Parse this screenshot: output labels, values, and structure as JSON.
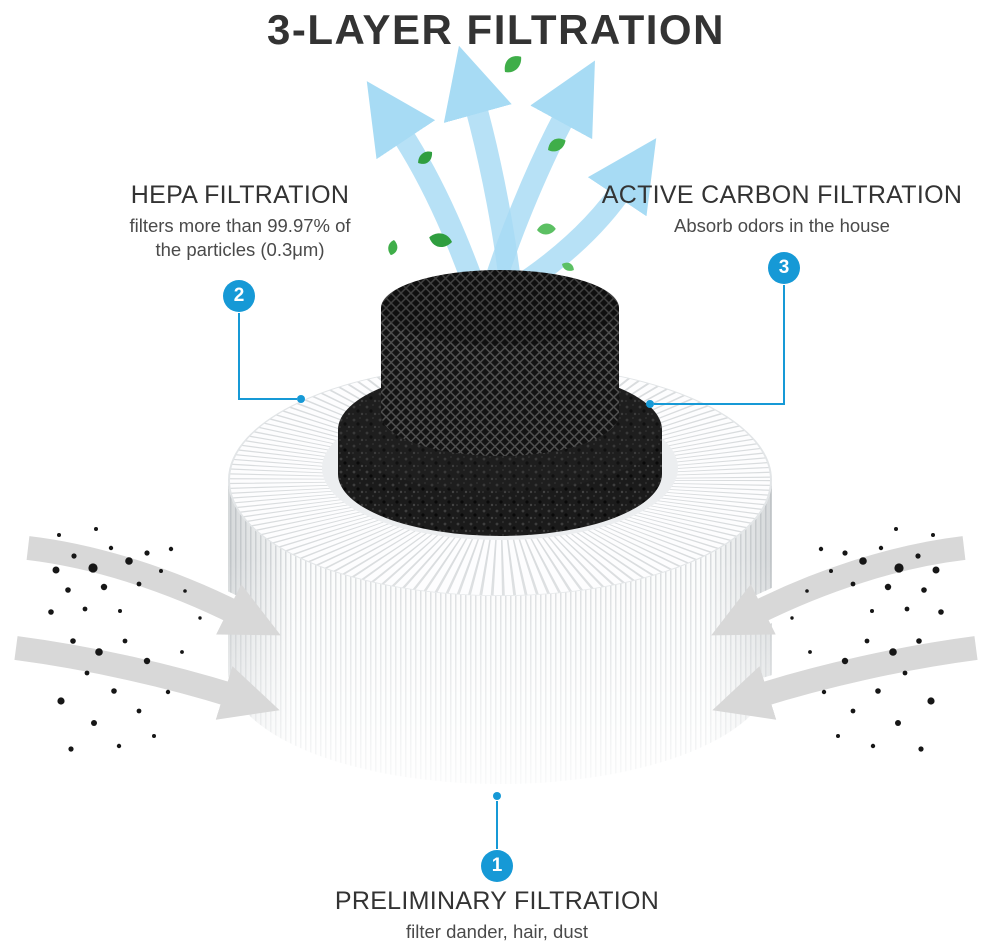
{
  "title": "3-LAYER FILTRATION",
  "colors": {
    "accent": "#1699d6",
    "title_text": "#333333",
    "body_text": "#4a4a4a",
    "arrow_blue": "#a7dbf4",
    "leaf_green": "#3fae49",
    "gray_arrow": "#d8d8d8"
  },
  "callouts": {
    "hepa": {
      "badge": "2",
      "label": "HEPA FILTRATION",
      "line1": "filters more than 99.97% of",
      "line2": "the particles (0.3μm)"
    },
    "carbon": {
      "badge": "3",
      "label": "ACTIVE CARBON FILTRATION",
      "line1": "Absorb odors in the house"
    },
    "preliminary": {
      "badge": "1",
      "label": "PRELIMINARY FILTRATION",
      "line1": "filter dander, hair, dust"
    }
  }
}
